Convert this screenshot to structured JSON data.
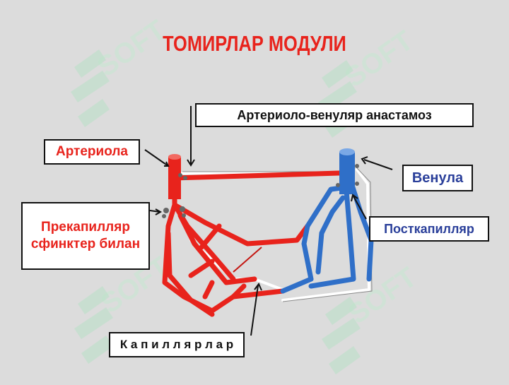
{
  "title": "ТОМИРЛАР МОДУЛИ",
  "labels": {
    "anastomosis": "Артериоло-венуляр анастамоз",
    "arteriole": "Артериола",
    "venule": "Венула",
    "precapillary": "Прекапилляр сфинктер билан",
    "postcapillary": "Посткапилляр",
    "capillaries": "К а п и л л я р л а р"
  },
  "watermark": "SOFT",
  "colors": {
    "background": "#dcdcdc",
    "title": "#e8231c",
    "artery": "#e8231c",
    "vein": "#2f6fc8",
    "capillary": "#ffffff"
  }
}
